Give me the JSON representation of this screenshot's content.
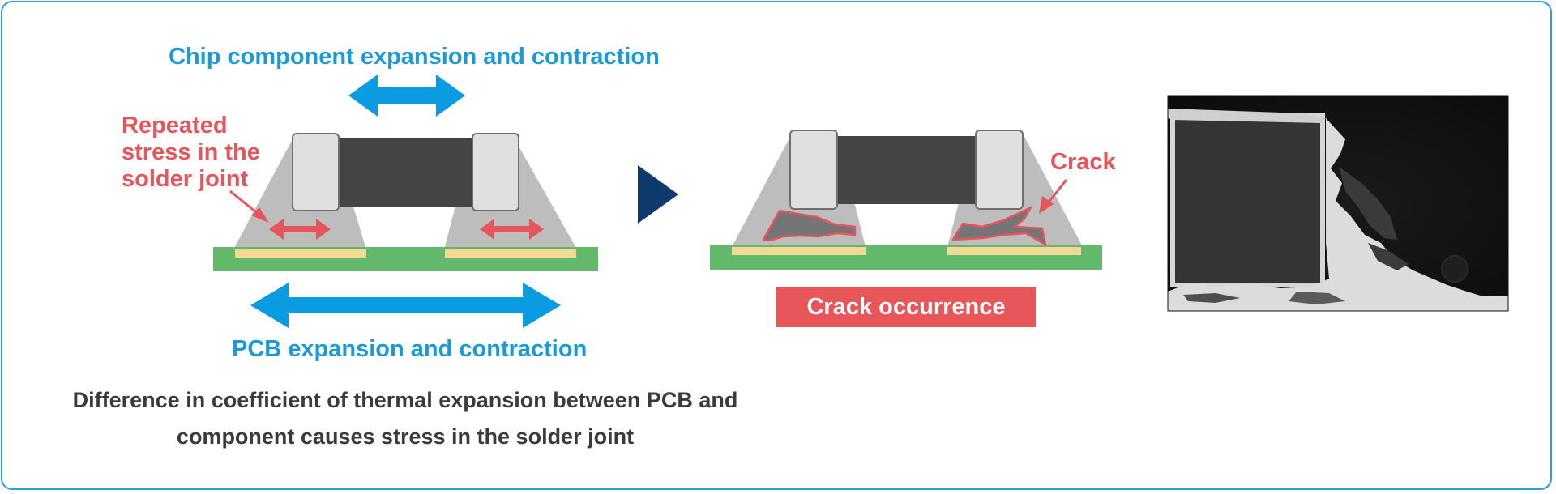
{
  "labels": {
    "chip_expansion": "Chip component expansion and contraction",
    "pcb_expansion": "PCB expansion and contraction",
    "stress_line1": "Repeated",
    "stress_line2": "stress in the",
    "stress_line3": "solder joint",
    "crack": "Crack",
    "crack_occurrence": "Crack occurrence",
    "caption_line1": "Difference in coefficient of thermal expansion between PCB and",
    "caption_line2": "component causes stress in the solder joint"
  },
  "colors": {
    "border": "#2a9fd8",
    "blue_text": "#1a9ad6",
    "blue_arrow": "#0a9be0",
    "red": "#e5555b",
    "pcb": "#62b86b",
    "pad": "#f3d991",
    "solder": "#bdbdbd",
    "chip_body": "#444444",
    "terminal": "#e0e0e0",
    "navy_arrow": "#0f3a6e",
    "crack_fill": "#757575"
  }
}
